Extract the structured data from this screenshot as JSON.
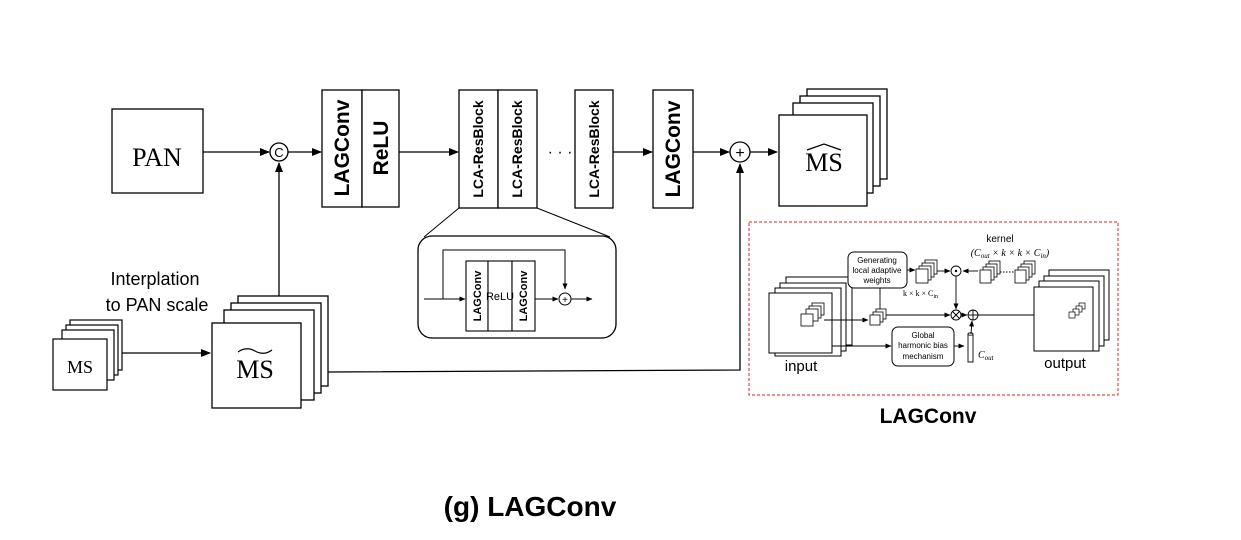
{
  "diagram": {
    "pan_label": "PAN",
    "concat_symbol": "C",
    "sum_symbol": "+",
    "lagconv_label": "LAGConv",
    "relu_label": "ReLU",
    "resblock_label_1": "LCA-ResBlock",
    "resblock_label_2": "LCA-ResBlock",
    "resblock_label_n": "LCA-ResBlock",
    "ellipsis": "· · ·",
    "lagconv_final_label": "LAGConv",
    "output_label": "MS",
    "ms_input_label": "MS",
    "upsampled_label": "MS",
    "interp_line1": "Interplation",
    "interp_line2": "to PAN scale",
    "inset_resblock": {
      "lagconv1": "LAGConv",
      "relu": "ReLU",
      "lagconv2": "LAGConv",
      "sum": "+"
    },
    "lagconv_detail": {
      "gen_weights_line1": "Generating",
      "gen_weights_line2": "local adaptive",
      "gen_weights_line3": "weights",
      "kernel_label": "kernel",
      "kernel_dims": "(C",
      "kernel_dims_sub1": "out",
      "kernel_dims_mid": " × k × k × C",
      "kernel_dims_sub2": "in",
      "kernel_dims_end": ")",
      "weight_dims": "k × k × C",
      "weight_dims_sub": "in",
      "global_line1": "Global",
      "global_line2": "harmonic bias",
      "global_line3": "mechanism",
      "cout_label": "C",
      "cout_sub": "out",
      "input_label": "input",
      "output_label": "output",
      "mult_symbol": "⊗",
      "add_symbol": "⊕",
      "dot_symbol": "⊙"
    },
    "detail_caption": "LAGConv",
    "figure_caption": "(g) LAGConv"
  }
}
